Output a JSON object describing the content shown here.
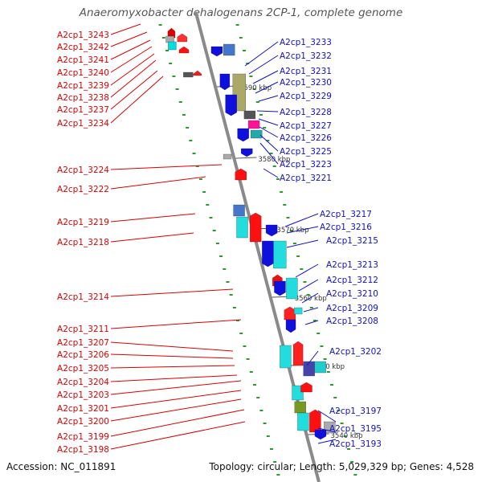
{
  "title": "Anaeromyxobacter dehalogenans 2CP-1, complete genome",
  "footer": {
    "accession": "Accession: NC_011891",
    "summary": "Topology: circular; Length: 5,029,329 bp; Genes: 4,528"
  },
  "colors": {
    "backbone": "#8a8a8a",
    "tick": "#2e9a2e",
    "left_label": "#dd0000",
    "right_label": "#1111cc",
    "kbp_label": "#333333"
  },
  "kbp_marks": [
    "3590 kbp",
    "3580 kbp",
    "3570 kbp",
    "3560 kbp",
    "3550 kbp",
    "3540 kbp"
  ],
  "left_labels": [
    "A2cp1_3243",
    "A2cp1_3242",
    "A2cp1_3241",
    "A2cp1_3240",
    "A2cp1_3239",
    "A2cp1_3238",
    "A2cp1_3237",
    "A2cp1_3234",
    "A2cp1_3224",
    "A2cp1_3222",
    "A2cp1_3219",
    "A2cp1_3218",
    "A2cp1_3214",
    "A2cp1_3211",
    "A2cp1_3207",
    "A2cp1_3206",
    "A2cp1_3205",
    "A2cp1_3204",
    "A2cp1_3203",
    "A2cp1_3201",
    "A2cp1_3200",
    "A2cp1_3199",
    "A2cp1_3198"
  ],
  "right_labels": [
    "A2cp1_3233",
    "A2cp1_3232",
    "A2cp1_3231",
    "A2cp1_3230",
    "A2cp1_3229",
    "A2cp1_3228",
    "A2cp1_3227",
    "A2cp1_3226",
    "A2cp1_3225",
    "A2cp1_3223",
    "A2cp1_3221",
    "A2cp1_3217",
    "A2cp1_3216",
    "A2cp1_3215",
    "A2cp1_3213",
    "A2cp1_3212",
    "A2cp1_3210",
    "A2cp1_3209",
    "A2cp1_3208",
    "A2cp1_3202",
    "A2cp1_3197",
    "A2cp1_3195",
    "A2cp1_3193"
  ]
}
